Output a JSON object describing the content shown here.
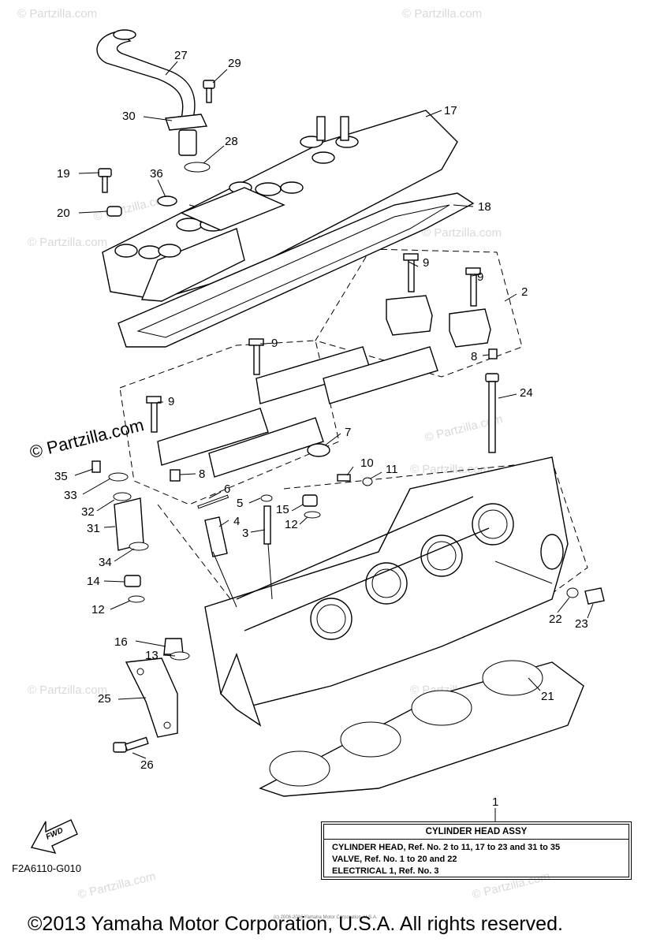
{
  "watermark_text": "© Partzilla.com",
  "side_watermark": "© Partzilla.com",
  "callouts": [
    {
      "id": "c27",
      "text": "27"
    },
    {
      "id": "c29",
      "text": "29"
    },
    {
      "id": "c30",
      "text": "30"
    },
    {
      "id": "c28",
      "text": "28"
    },
    {
      "id": "c17",
      "text": "17"
    },
    {
      "id": "c19",
      "text": "19"
    },
    {
      "id": "c36",
      "text": "36"
    },
    {
      "id": "c20",
      "text": "20"
    },
    {
      "id": "c18",
      "text": "18"
    },
    {
      "id": "c9a",
      "text": "9"
    },
    {
      "id": "c9b",
      "text": "9"
    },
    {
      "id": "c2",
      "text": "2"
    },
    {
      "id": "c9c",
      "text": "9"
    },
    {
      "id": "c8a",
      "text": "8"
    },
    {
      "id": "c24",
      "text": "24"
    },
    {
      "id": "c9d",
      "text": "9"
    },
    {
      "id": "c7",
      "text": "7"
    },
    {
      "id": "c35",
      "text": "35"
    },
    {
      "id": "c8b",
      "text": "8"
    },
    {
      "id": "c10",
      "text": "10"
    },
    {
      "id": "c11",
      "text": "11"
    },
    {
      "id": "c33",
      "text": "33"
    },
    {
      "id": "c6",
      "text": "6"
    },
    {
      "id": "c32",
      "text": "32"
    },
    {
      "id": "c5",
      "text": "5"
    },
    {
      "id": "c15",
      "text": "15"
    },
    {
      "id": "c31",
      "text": "31"
    },
    {
      "id": "c4",
      "text": "4"
    },
    {
      "id": "c3",
      "text": "3"
    },
    {
      "id": "c12a",
      "text": "12"
    },
    {
      "id": "c34",
      "text": "34"
    },
    {
      "id": "c14",
      "text": "14"
    },
    {
      "id": "c12b",
      "text": "12"
    },
    {
      "id": "c16",
      "text": "16"
    },
    {
      "id": "c22",
      "text": "22"
    },
    {
      "id": "c23",
      "text": "23"
    },
    {
      "id": "c13",
      "text": "13"
    },
    {
      "id": "c25",
      "text": "25"
    },
    {
      "id": "c21",
      "text": "21"
    },
    {
      "id": "c26",
      "text": "26"
    },
    {
      "id": "c1",
      "text": "1"
    }
  ],
  "fwd_label": "FWD",
  "assembly_box": {
    "title": "CYLINDER HEAD ASSY",
    "lines": [
      "CYLINDER HEAD,  Ref. No. 2 to 11, 17 to 23 and 31 to 35",
      "VALVE,  Ref. No. 1 to 20 and 22",
      "ELECTRICAL 1, Ref. No. 3"
    ]
  },
  "diagram_code": "F2A6110-G010",
  "copyright": "©2013 Yamaha Motor Corporation, U.S.A. All rights reserved.",
  "fine_print": "(c) 2006-2016 Yamaha Motor Corporation, U.S.A."
}
